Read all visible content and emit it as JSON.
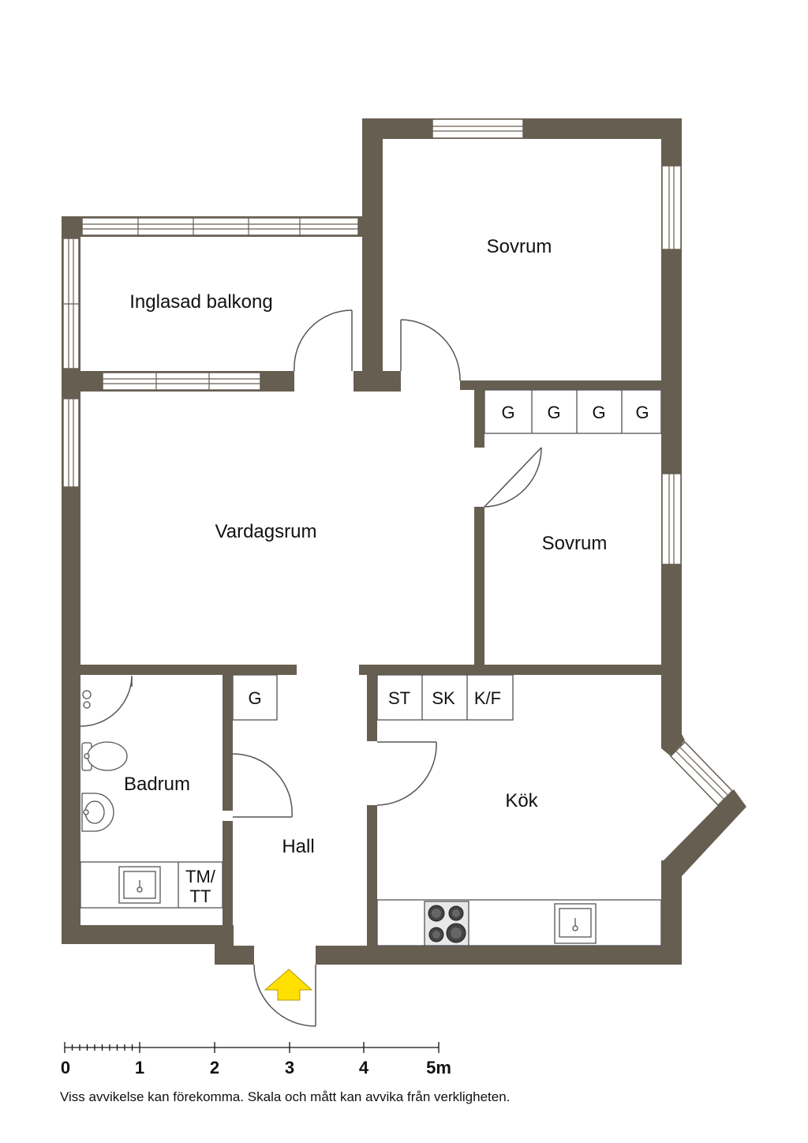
{
  "rooms": {
    "balkong": "Inglasad balkong",
    "sovrum_1": "Sovrum",
    "sovrum_2": "Sovrum",
    "vardagsrum": "Vardagsrum",
    "badrum": "Badrum",
    "hall": "Hall",
    "kok": "Kök"
  },
  "closets": {
    "g1": "G",
    "g2": "G",
    "g3": "G",
    "g4": "G",
    "hall_g": "G",
    "st": "ST",
    "sk": "SK",
    "kf": "K/F",
    "tmtt_1": "TM/",
    "tmtt_2": "TT"
  },
  "scale": {
    "ticks": [
      "0",
      "1",
      "2",
      "3",
      "4",
      "5m"
    ]
  },
  "disclaimer": "Viss avvikelse kan förekomma. Skala och mått kan avvika från verkligheten.",
  "colors": {
    "wall": "#675e52",
    "entrance_arrow": "#ffe000"
  }
}
